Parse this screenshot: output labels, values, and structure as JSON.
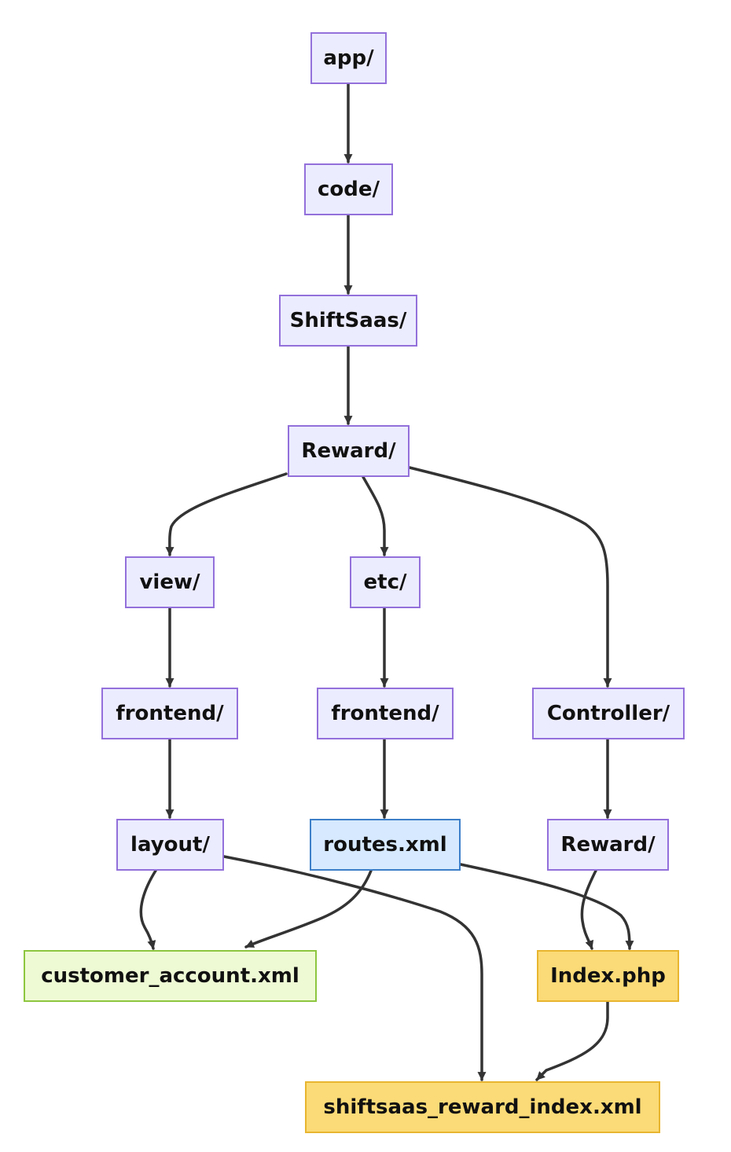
{
  "diagram": {
    "type": "flowchart",
    "colors": {
      "directory_fill": "#ECECFF",
      "directory_stroke": "#9370DB",
      "config_fill": "#D6E9FF",
      "config_stroke": "#3D7FC9",
      "layout_fill": "#EEFAD4",
      "layout_stroke": "#8DC63F",
      "code_fill": "#FBDB77",
      "code_stroke": "#E8B530",
      "edge": "#333333"
    },
    "nodes": {
      "app": "app/",
      "code": "code/",
      "shiftsaas": "ShiftSaas/",
      "reward": "Reward/",
      "view": "view/",
      "etc": "etc/",
      "view_frontend": "frontend/",
      "etc_frontend": "frontend/",
      "controller": "Controller/",
      "layout": "layout/",
      "routes": "routes.xml",
      "controller_reward": "Reward/",
      "customer_account": "customer_account.xml",
      "index_php": "Index.php",
      "reward_index_xml": "shiftsaas_reward_index.xml"
    },
    "edges": [
      {
        "from": "app",
        "to": "code"
      },
      {
        "from": "code",
        "to": "shiftsaas"
      },
      {
        "from": "shiftsaas",
        "to": "reward"
      },
      {
        "from": "reward",
        "to": "view"
      },
      {
        "from": "reward",
        "to": "etc"
      },
      {
        "from": "reward",
        "to": "controller"
      },
      {
        "from": "view",
        "to": "view_frontend"
      },
      {
        "from": "etc",
        "to": "etc_frontend"
      },
      {
        "from": "controller",
        "to": "controller_reward"
      },
      {
        "from": "view_frontend",
        "to": "layout"
      },
      {
        "from": "etc_frontend",
        "to": "routes"
      },
      {
        "from": "layout",
        "to": "customer_account"
      },
      {
        "from": "layout",
        "to": "reward_index_xml"
      },
      {
        "from": "routes",
        "to": "customer_account"
      },
      {
        "from": "routes",
        "to": "index_php"
      },
      {
        "from": "controller_reward",
        "to": "index_php"
      },
      {
        "from": "index_php",
        "to": "reward_index_xml"
      }
    ]
  }
}
